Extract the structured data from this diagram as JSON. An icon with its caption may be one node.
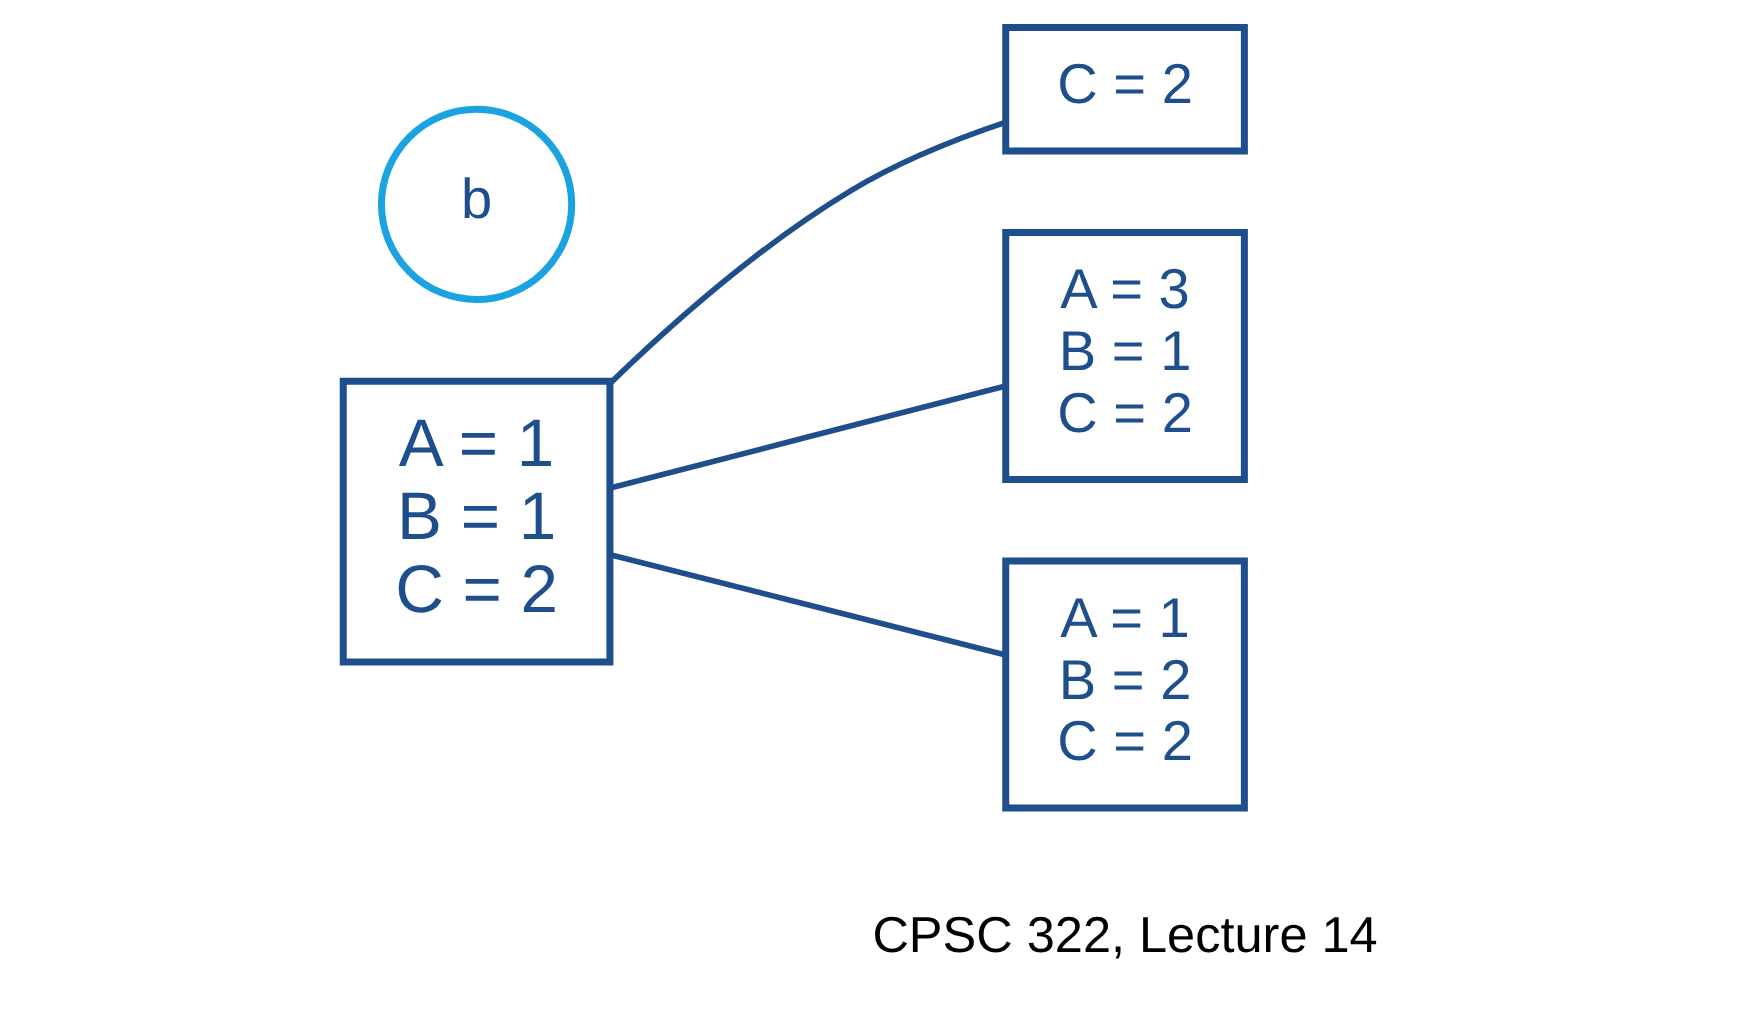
{
  "diagram": {
    "nodes": [
      {
        "text": [
          "b"
        ]
      },
      {
        "text": [
          "A = 1",
          "B = 1",
          "C = 2"
        ]
      },
      {
        "text": [
          "C = 2"
        ]
      },
      {
        "text": [
          "A = 3",
          "B = 1",
          "C = 2"
        ]
      },
      {
        "text": [
          "A = 1",
          "B = 2",
          "C = 2"
        ]
      }
    ],
    "edges": [
      {
        "from": 1,
        "to": 2,
        "arrow": "none"
      },
      {
        "from": 1,
        "to": 3,
        "arrow": "none"
      },
      {
        "from": 1,
        "to": 4,
        "arrow": "none"
      }
    ],
    "labels": [
      "CPSC 322, Lecture 14"
    ]
  }
}
